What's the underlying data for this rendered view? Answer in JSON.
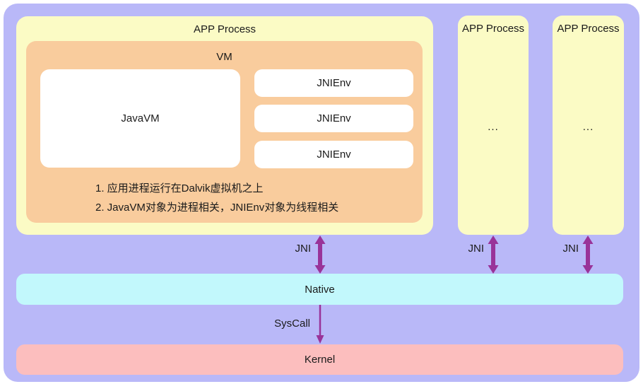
{
  "colors": {
    "canvas": "#b9b8f8",
    "process_box": "#fbfbc5",
    "vm_box": "#f9cc9d",
    "white_box": "#ffffff",
    "native_bar": "#c2f8fc",
    "kernel_bar": "#fcbebe",
    "arrow": "#993399",
    "text": "#1a1a1a"
  },
  "icons": {
    "jni_arrow": "double-headed-vertical-arrow",
    "syscall_arrow": "downward-arrow"
  },
  "processes": {
    "main": {
      "title": "APP Process",
      "vm": {
        "title": "VM",
        "javavm": "JavaVM",
        "jnienv": [
          "JNIEnv",
          "JNIEnv",
          "JNIEnv"
        ],
        "notes": [
          "1. 应用进程运行在Dalvik虚拟机之上",
          "2. JavaVM对象为进程相关，JNIEnv对象为线程相关"
        ]
      }
    },
    "others": [
      {
        "title": "APP Process",
        "ellipsis": "..."
      },
      {
        "title": "APP Process",
        "ellipsis": "..."
      }
    ]
  },
  "connections": {
    "jni": [
      "JNI",
      "JNI",
      "JNI"
    ],
    "syscall": "SysCall"
  },
  "layers": {
    "native": "Native",
    "kernel": "Kernel"
  }
}
